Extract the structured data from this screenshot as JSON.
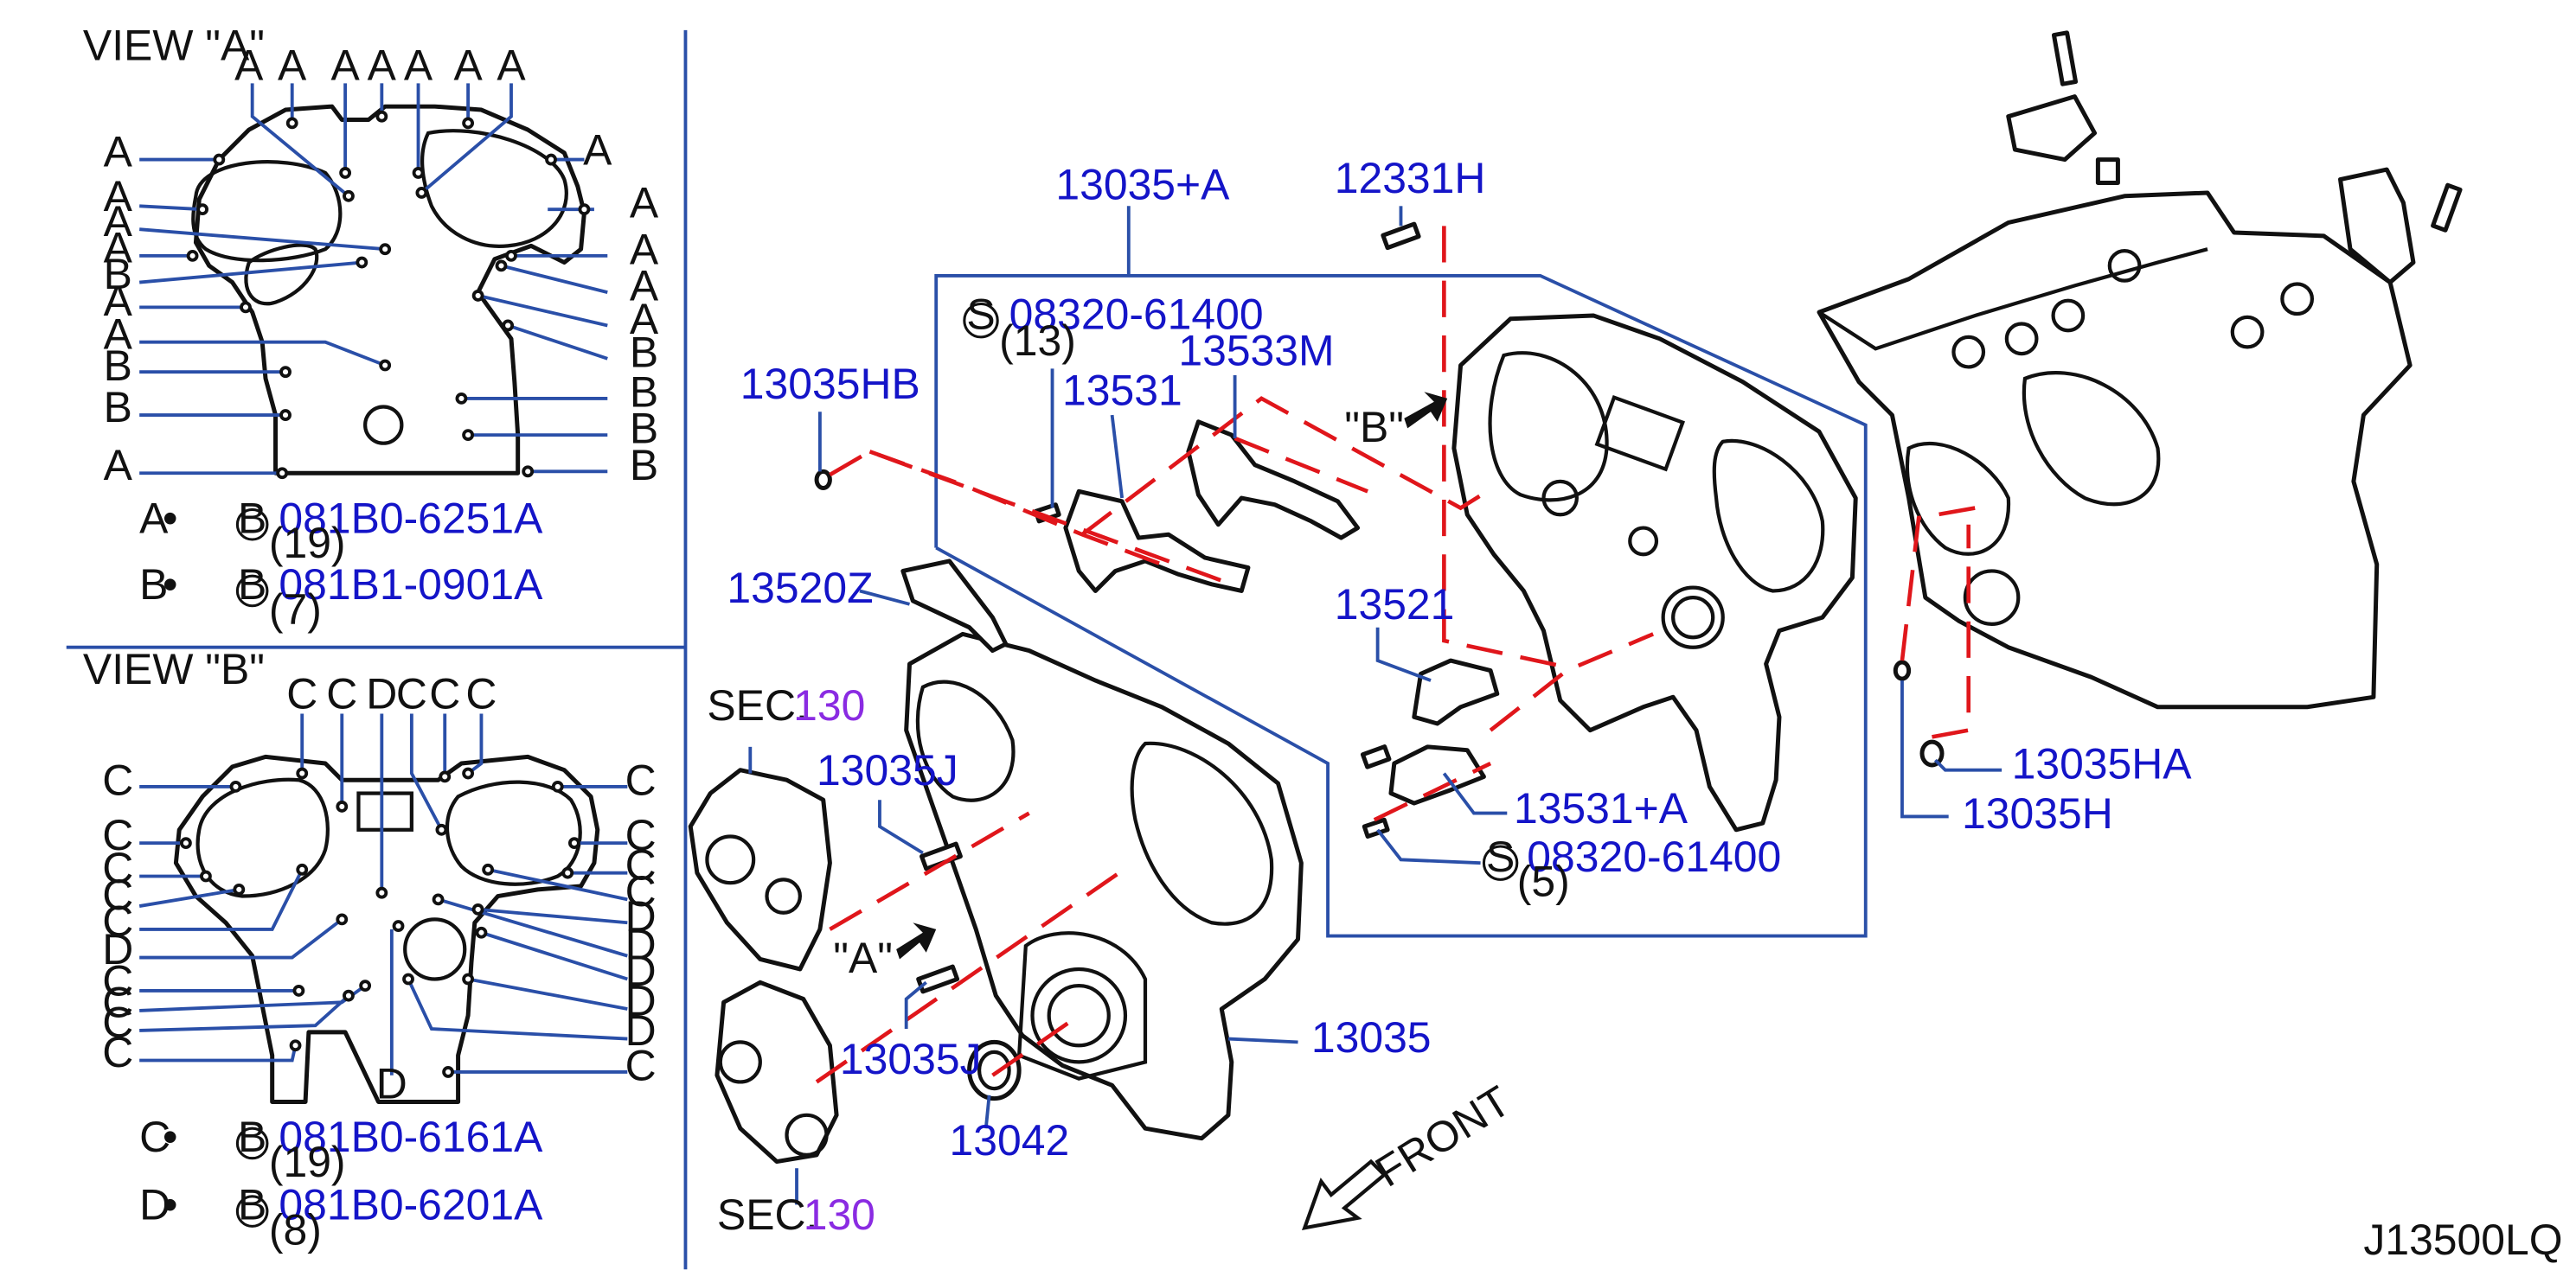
{
  "diagram_code": "J13500LQ",
  "view_a": {
    "title": "VIEW  \"A\"",
    "top_letters": [
      "A",
      "A",
      "A",
      "A",
      "A",
      "A",
      "A"
    ],
    "left_letters": [
      "A",
      "A",
      "A",
      "A",
      "B",
      "A",
      "A",
      "B",
      "B",
      "A"
    ],
    "right_letters": [
      "A",
      "A",
      "A",
      "A",
      "A",
      "B",
      "B",
      "B",
      "B"
    ],
    "legend": [
      {
        "key": "A",
        "bullet": "•",
        "circle": "B",
        "part": "081B0-6251A",
        "qty": "(19)"
      },
      {
        "key": "B",
        "bullet": "•",
        "circle": "B",
        "part": "081B1-0901A",
        "qty": "(7)"
      }
    ]
  },
  "view_b": {
    "title": "VIEW  \"B\"",
    "top_letters": [
      "C",
      "C",
      "D",
      "C",
      "C",
      "C"
    ],
    "left_letters": [
      "C",
      "C",
      "C",
      "C",
      "C",
      "D",
      "C",
      "C",
      "C",
      "C"
    ],
    "right_letters": [
      "C",
      "C",
      "C",
      "C",
      "D",
      "D",
      "D",
      "D",
      "D",
      "C"
    ],
    "bottom_letter": "D",
    "legend": [
      {
        "key": "C",
        "bullet": "•",
        "circle": "B",
        "part": "081B0-6161A",
        "qty": "(19)"
      },
      {
        "key": "D",
        "bullet": "•",
        "circle": "B",
        "part": "081B0-6201A",
        "qty": "(8)"
      }
    ]
  },
  "callouts": {
    "p13035A": "13035+A",
    "p12331H": "12331H",
    "bolt_top_circle": "S",
    "bolt_top_part": "08320-61400",
    "bolt_top_qty": "(13)",
    "p13533M": "13533M",
    "p13531": "13531",
    "p13035HB": "13035HB",
    "view_b_label": "\"B\"",
    "p13520Z": "13520Z",
    "p13521": "13521",
    "sec_top": "SEC.",
    "sec_top_num": "130",
    "p13035J_top": "13035J",
    "p13531A": "13531+A",
    "bolt_bottom_circle": "S",
    "bolt_bottom_part": "08320-61400",
    "bolt_bottom_qty": "(5)",
    "view_a_label": "\"A\"",
    "p13035J_bottom": "13035J",
    "p13035": "13035",
    "p13042": "13042",
    "sec_bottom": "SEC.",
    "sec_bottom_num": "130",
    "front": "FRONT",
    "p13035HA": "13035HA",
    "p13035H": "13035H"
  }
}
